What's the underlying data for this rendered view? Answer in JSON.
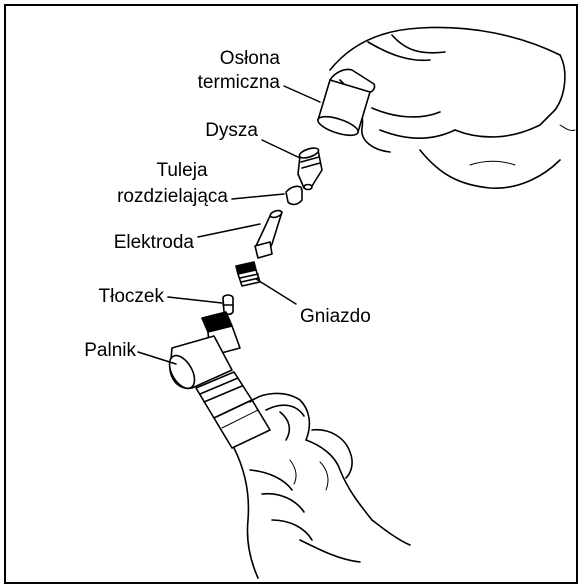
{
  "labels": {
    "oslona_line1": "Osłona",
    "oslona_line2": "termiczna",
    "dysza": "Dysza",
    "tuleja_line1": "Tuleja",
    "tuleja_line2": "rozdzielająca",
    "elektroda": "Elektroda",
    "tloczek": "Tłoczek",
    "gniazdo": "Gniazdo",
    "palnik": "Palnik"
  }
}
